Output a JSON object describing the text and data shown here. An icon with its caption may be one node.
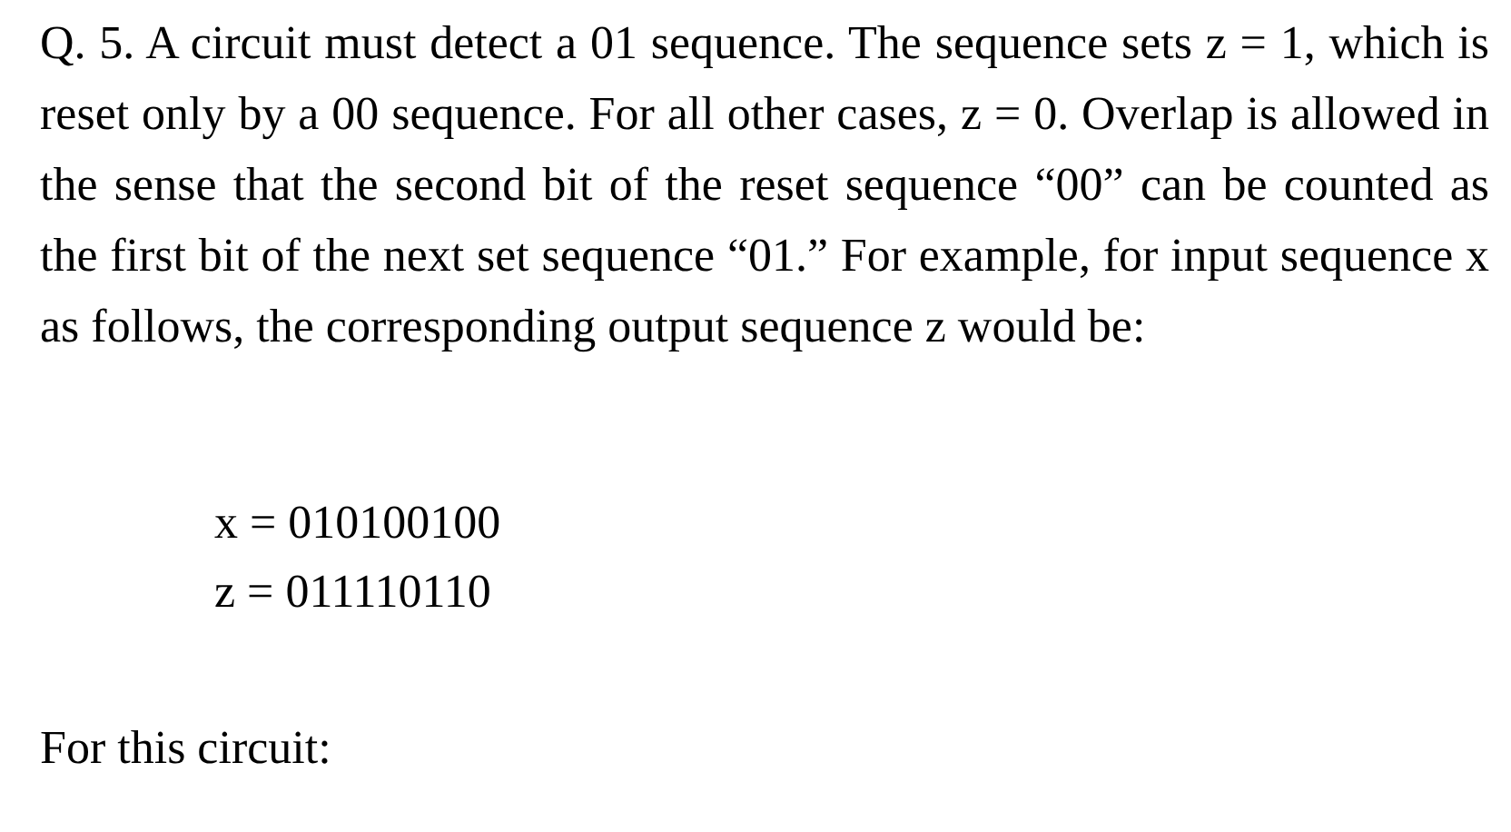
{
  "diagram": {
    "labels": [
      "Q. 5. A circuit must detect a 01 sequence. The sequence sets z = 1, which is reset only by a 00 sequence. For all other cases, z = 0. Overlap is allowed in the sense that the second bit of the reset sequence “00” can be counted as the first bit of the next set sequence “01.” For example, for input sequence x as follows, the corresponding output sequence z would be:",
      "x = 010100100",
      "z = 011110110",
      "For this circuit:"
    ]
  }
}
